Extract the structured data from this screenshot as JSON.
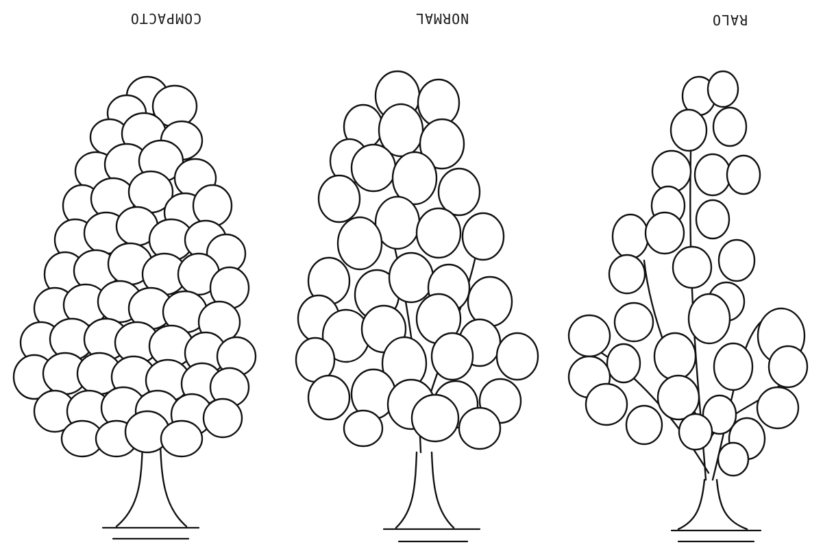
{
  "figure": {
    "orientation": "upside-down",
    "panels": [
      {
        "label": "COMPACTO",
        "density": "compact"
      },
      {
        "label": "NORMAL",
        "density": "normal"
      },
      {
        "label": "RALO",
        "density": "loose"
      }
    ]
  }
}
